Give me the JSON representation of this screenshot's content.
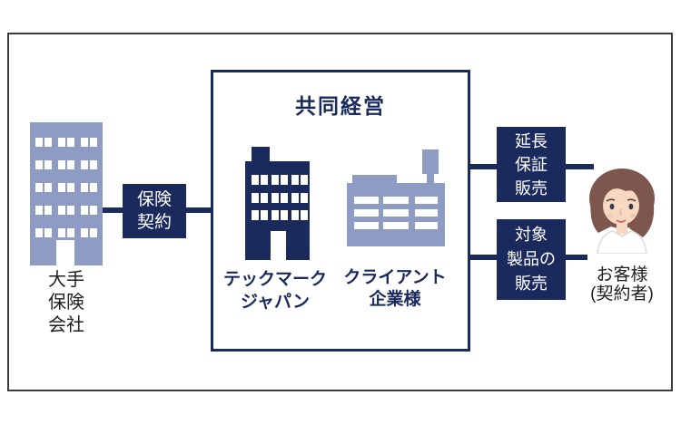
{
  "colors": {
    "navy": "#1a2a5c",
    "periwinkle": "#8e9cc4",
    "white": "#ffffff",
    "text": "#1f1f1f",
    "border": "#3d3d3d",
    "hair": "#7d574d",
    "skin": "#f7d9c2"
  },
  "partnership_box": {
    "title": "共同経営"
  },
  "entities": {
    "insurer": {
      "lines": [
        "大手",
        "保険",
        "会社"
      ]
    },
    "techmark": {
      "lines": [
        "テックマーク",
        "ジャパン"
      ]
    },
    "client": {
      "lines": [
        "クライアント",
        "企業様"
      ]
    },
    "customer": {
      "lines": [
        "お客様",
        "(契約者)"
      ]
    }
  },
  "connectors": {
    "insurance_contract": {
      "lines": [
        "保険",
        "契約"
      ]
    },
    "extended_warranty": {
      "lines": [
        "延長",
        "保証",
        "販売"
      ]
    },
    "product_sales": {
      "lines": [
        "対象",
        "製品の",
        "販売"
      ]
    }
  },
  "icons": [
    "office-building-icon",
    "headquarters-building-icon",
    "factory-building-icon",
    "woman-avatar-icon"
  ]
}
